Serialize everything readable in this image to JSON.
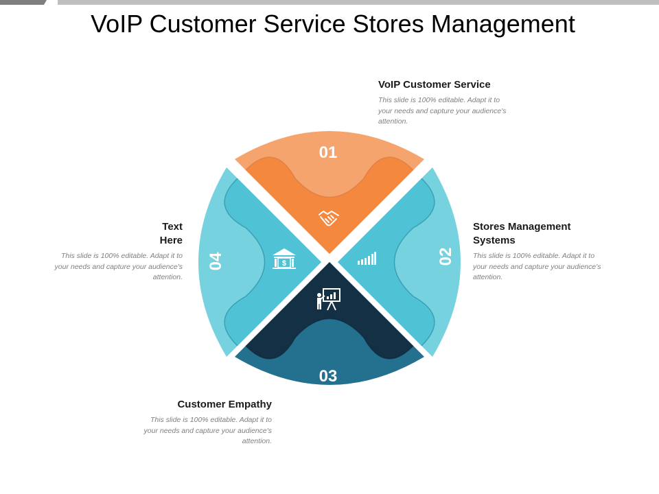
{
  "title": "VoIP Customer Service Stores Management",
  "colors": {
    "orange": "#f5883f",
    "orange_light": "#f5a46d",
    "cyan": "#4fc3d5",
    "cyan_light": "#76d2df",
    "navy": "#143045",
    "blue": "#23708f"
  },
  "segments": [
    {
      "number": "01",
      "icon": "handshake-icon",
      "heading": "VoIP Customer Service",
      "text": [
        "This slide is 100% editable. Adapt it to",
        "your needs and capture your audience's",
        "attention."
      ]
    },
    {
      "number": "02",
      "icon": "bar-chart-icon",
      "heading": [
        "Stores Management",
        "Systems"
      ],
      "text": [
        "This slide is 100% editable. Adapt it to",
        "your needs and capture your audience's",
        "attention."
      ]
    },
    {
      "number": "03",
      "icon": "presentation-icon",
      "heading": "Customer Empathy",
      "text": [
        "This slide is 100% editable. Adapt it to",
        "your needs and capture your audience's",
        "attention."
      ]
    },
    {
      "number": "04",
      "icon": "bank-icon",
      "heading": [
        "Text",
        "Here"
      ],
      "text": [
        "This slide is 100% editable. Adapt it to",
        "your needs and capture your audience's",
        "attention."
      ]
    }
  ]
}
